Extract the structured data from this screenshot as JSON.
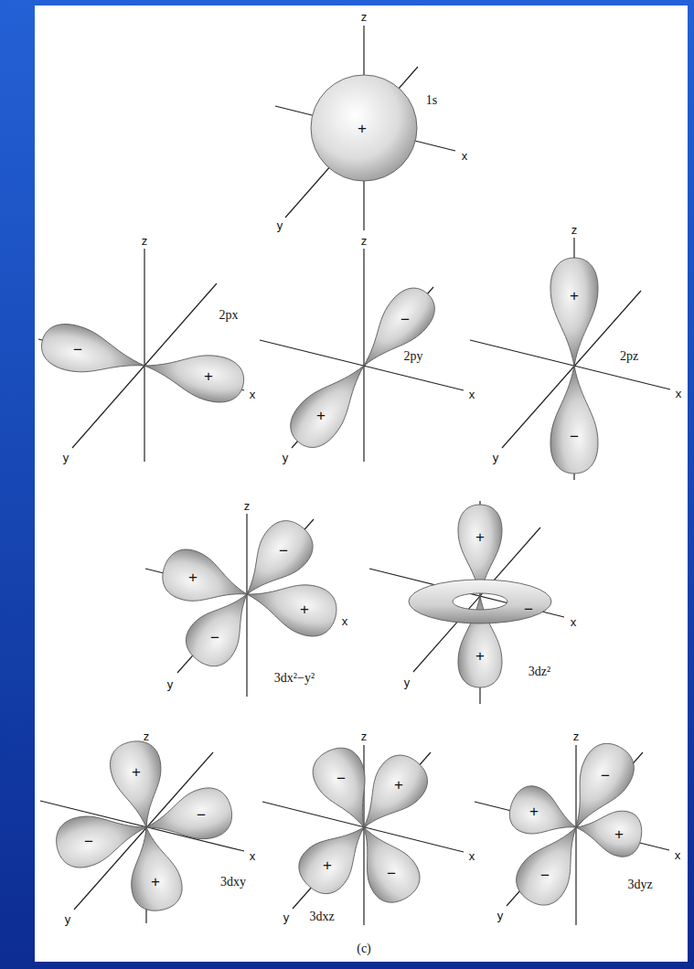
{
  "diagram": {
    "labels": [
      "z",
      "1s",
      "+",
      "x",
      "y",
      "z",
      "−",
      "2px",
      "+",
      "x",
      "y",
      "z",
      "−",
      "2py",
      "+",
      "x",
      "y",
      "z",
      "+",
      "2pz",
      "x",
      "−",
      "y",
      "z",
      "−",
      "+",
      "+",
      "x",
      "−",
      "3dx²−y²",
      "y",
      "+",
      "−",
      "x",
      "+",
      "3dz²",
      "y",
      "z",
      "+",
      "−",
      "−",
      "x",
      "+",
      "3dxy",
      "y",
      "z",
      "−",
      "+",
      "+",
      "−",
      "x",
      "3dxz",
      "y",
      "z",
      "−",
      "+",
      "+",
      "−",
      "x",
      "3dyz",
      "y",
      "(c)"
    ]
  }
}
